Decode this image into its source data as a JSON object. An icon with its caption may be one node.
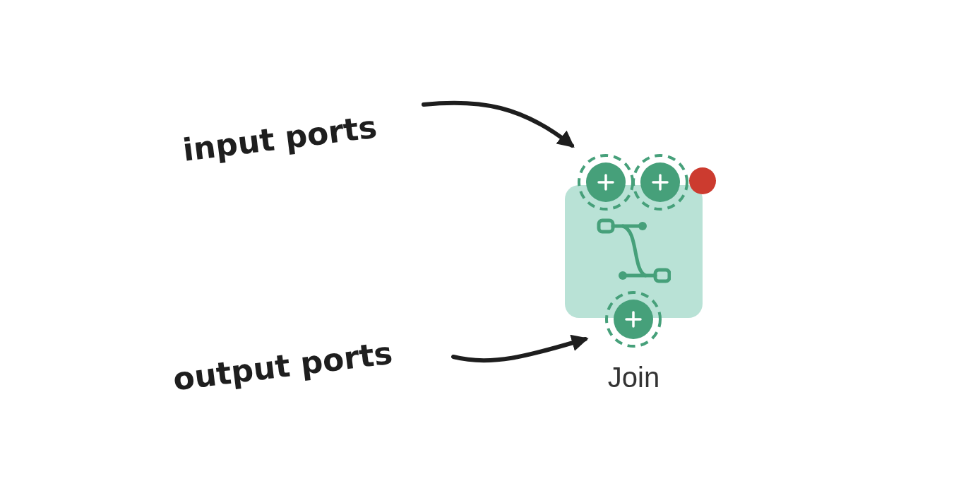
{
  "diagram": {
    "nodes": [
      {
        "text": [
          "input ports"
        ]
      },
      {
        "text": [
          "output ports"
        ]
      },
      {
        "text": [
          "Join"
        ]
      },
      {
        "text": [],
        "shape": "circle"
      },
      {
        "text": [],
        "shape": "circle"
      },
      {
        "text": [],
        "shape": "circle"
      }
    ],
    "edges": [
      {
        "from": 0,
        "to": 3,
        "arrow": "to"
      },
      {
        "from": 1,
        "to": 5,
        "arrow": "to"
      }
    ]
  }
}
